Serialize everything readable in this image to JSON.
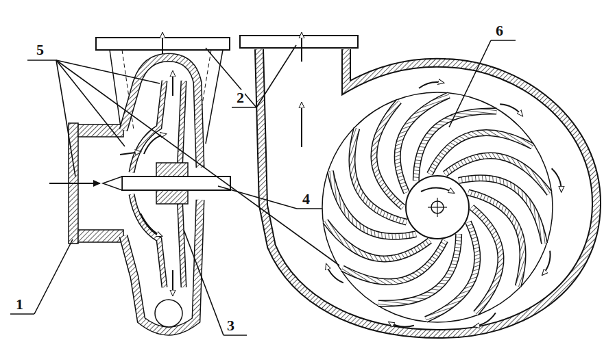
{
  "diagram": {
    "labels": [
      "5",
      "2",
      "6",
      "1",
      "4",
      "3"
    ]
  }
}
